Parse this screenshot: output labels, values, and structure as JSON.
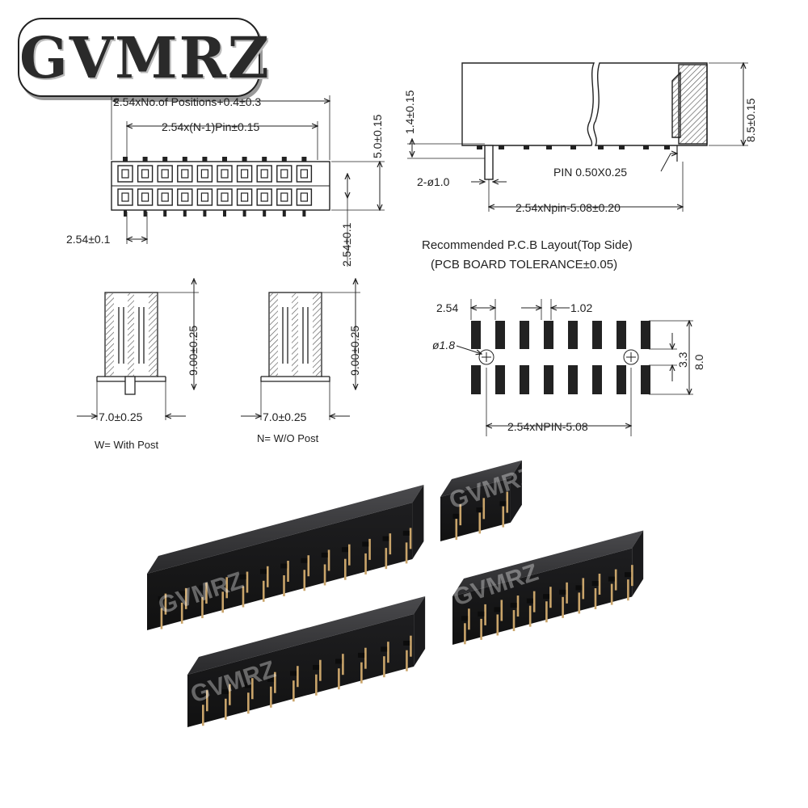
{
  "logo": {
    "text": "GVMRZ"
  },
  "watermark": {
    "text": "GVMRZ"
  },
  "colors": {
    "ink": "#222222",
    "hatch": "#555555",
    "housing": "#2c2c2e",
    "pin": "#c9a46a",
    "background": "#ffffff"
  },
  "front_view": {
    "positions_label": "2.54xNo.of Positions+0.4±0.3",
    "pitch_label": "2.54x(N-1)Pin±0.15",
    "height_label": "5.0±0.15",
    "row_label": "2.54±0.1",
    "pitch_bottom_label": "2.54±0.1",
    "columns": 10,
    "rows": 2
  },
  "side_view": {
    "lead_label": "1.4±0.15",
    "height_label": "8.5±0.15",
    "post_label": "2-ø1.0",
    "pin_label": "PIN 0.50X0.25",
    "length_label": "2.54xNpin-5.08±0.20"
  },
  "sections": [
    {
      "height_label": "9.00±0.25",
      "width_label": "7.0±0.25",
      "caption": "W= With Post"
    },
    {
      "height_label": "9.00±0.25",
      "width_label": "7.0±0.25",
      "caption": "N= W/O Post"
    }
  ],
  "pcb_layout": {
    "title": "Recommended P.C.B Layout(Top Side)",
    "subtitle": "(PCB BOARD TOLERANCE±0.05)",
    "pitch_label": "2.54",
    "pad_width_label": "1.02",
    "hole_label": "ø1.8",
    "row_gap_label": "3.3",
    "total_label": "8.0",
    "length_label": "2.54xNPIN-5.08",
    "columns": 8
  },
  "products": [
    {
      "name": "2x13 header",
      "pins_per_row": 13
    },
    {
      "name": "2x3 header",
      "pins_per_row": 3
    },
    {
      "name": "2x10 header",
      "pins_per_row": 10
    },
    {
      "name": "2x11 header",
      "pins_per_row": 11
    }
  ]
}
